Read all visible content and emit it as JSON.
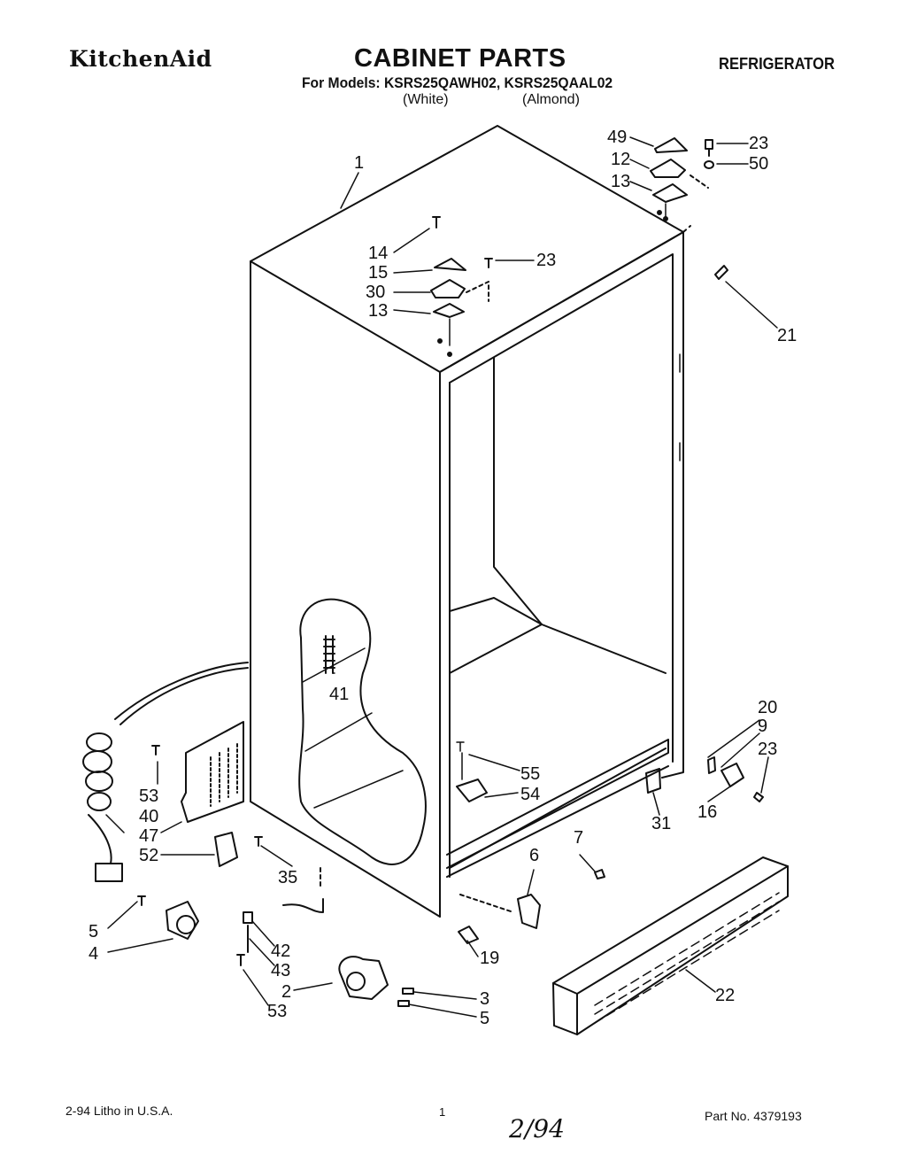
{
  "header": {
    "brand": "KitchenAid",
    "title": "CABINET PARTS",
    "appliance": "REFRIGERATOR",
    "models_line": "For Models: KSRS25QAWH02, KSRS25QAAL02",
    "color_white": "(White)",
    "color_almond": "(Almond)"
  },
  "callouts": {
    "c1": "1",
    "c49": "49",
    "c12": "12",
    "c13a": "13",
    "c23a": "23",
    "c50": "50",
    "c14": "14",
    "c15": "15",
    "c30": "30",
    "c13b": "13",
    "c23b": "23",
    "c21": "21",
    "c41": "41",
    "c20": "20",
    "c9": "9",
    "c23c": "23",
    "c16": "16",
    "c31": "31",
    "c55": "55",
    "c54": "54",
    "c53a": "53",
    "c40": "40",
    "c47": "47",
    "c52": "52",
    "c35": "35",
    "c5a": "5",
    "c4": "4",
    "c42": "42",
    "c43": "43",
    "c2": "2",
    "c53b": "53",
    "c3": "3",
    "c5b": "5",
    "c6": "6",
    "c7": "7",
    "c19": "19",
    "c22": "22"
  },
  "footer": {
    "litho": "2-94  Litho in U.S.A.",
    "page": "1",
    "part_no": "Part No. 4379193",
    "handwritten_date": "2/94"
  }
}
